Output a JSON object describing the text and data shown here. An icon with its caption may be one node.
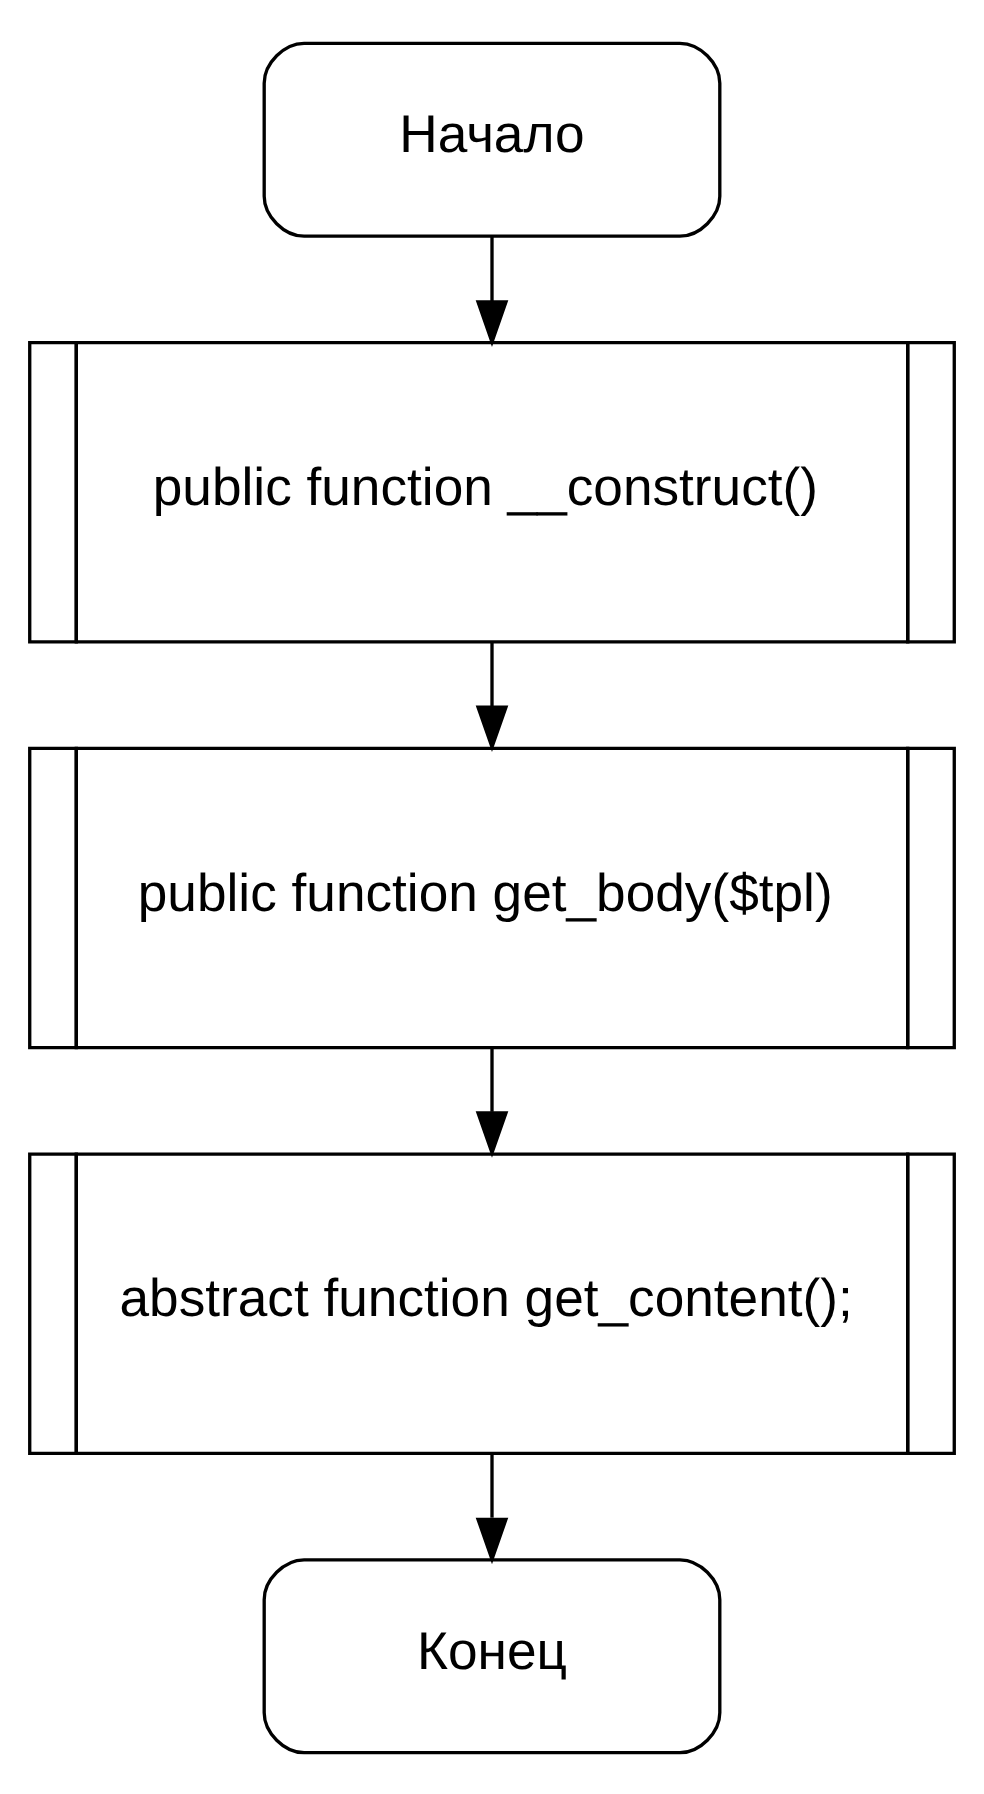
{
  "diagram": {
    "nodes": [
      {
        "text": [
          "Начало"
        ]
      },
      {
        "text": [
          "public function __construct()"
        ]
      },
      {
        "text": [
          "public function get_body($tpl)"
        ]
      },
      {
        "text": [
          "abstract function get_content();"
        ]
      },
      {
        "text": [
          "Конец"
        ]
      }
    ],
    "edges": [
      {
        "from": 0,
        "to": 1,
        "arrow": "to"
      },
      {
        "from": 1,
        "to": 2,
        "arrow": "to"
      },
      {
        "from": 2,
        "to": 3,
        "arrow": "to"
      },
      {
        "from": 3,
        "to": 4,
        "arrow": "to"
      }
    ]
  }
}
